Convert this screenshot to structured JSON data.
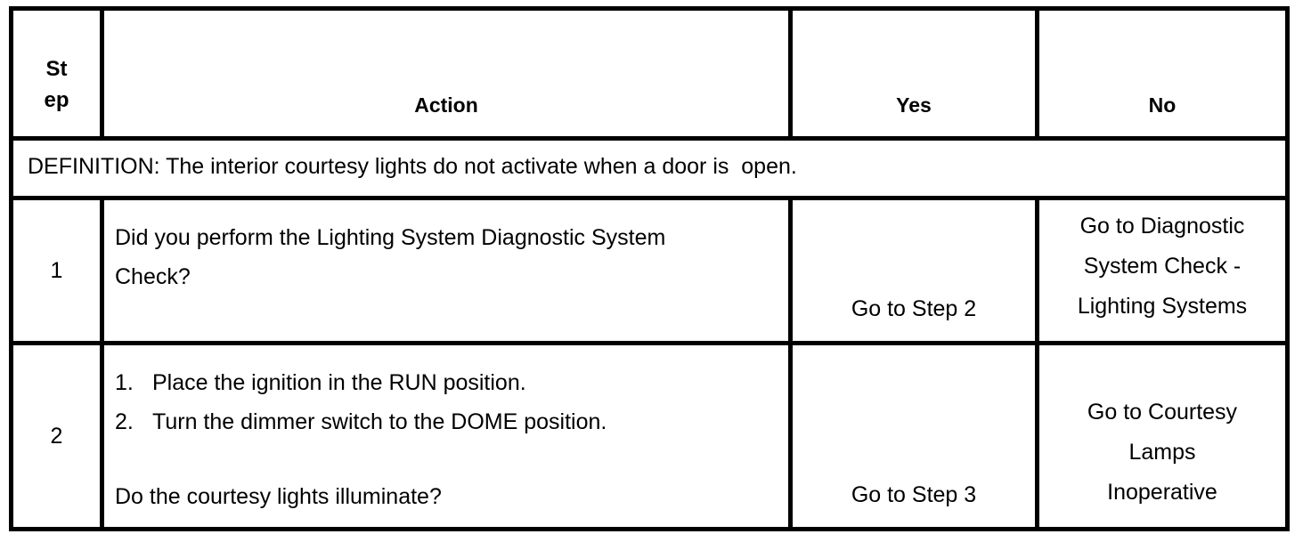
{
  "table": {
    "header": {
      "step": "St\nep",
      "action": "Action",
      "yes": "Yes",
      "no": "No"
    },
    "definition": "DEFINITION: The interior courtesy lights do not activate when a door is  open.",
    "rows": [
      {
        "step": "1",
        "action": "Did you perform the Lighting System Diagnostic System\nCheck?",
        "yes": "Go to Step 2",
        "no": "Go to Diagnostic\nSystem Check -\nLighting Systems"
      },
      {
        "step": "2",
        "action_list": [
          {
            "num": "1.",
            "text": "Place the ignition in the RUN position."
          },
          {
            "num": "2.",
            "text": "Turn the dimmer switch to the DOME position."
          }
        ],
        "question": "Do the courtesy lights illuminate?",
        "yes": "Go to Step 3",
        "no": "Go to Courtesy\nLamps\nInoperative"
      }
    ]
  },
  "colors": {
    "border": "#000000",
    "background": "#ffffff",
    "text": "#000000"
  }
}
